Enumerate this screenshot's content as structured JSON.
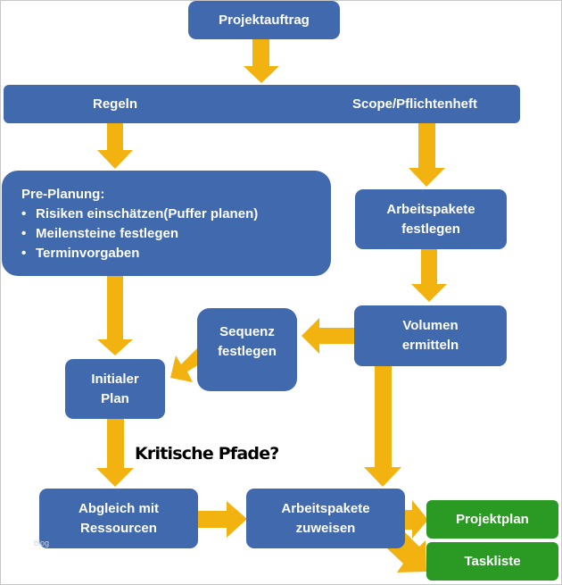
{
  "diagram": {
    "nodes": {
      "projektauftrag": "Projektauftrag",
      "regeln": "Regeln",
      "scope": "Scope/Pflichtenheft",
      "pre_planung": {
        "title": "Pre-Planung:",
        "items": [
          "Risiken einschätzen(Puffer planen)",
          "Meilensteine festlegen",
          "Terminvorgaben"
        ]
      },
      "arbeitspakete_festlegen": "Arbeitspakete\nfestlegen",
      "volumen": "Volumen\nermitteln",
      "sequenz": "Sequenz\nfestlegen",
      "initialer_plan": "Initialer\nPlan",
      "abgleich": "Abgleich mit\nRessourcen",
      "arbeitspakete_zuweisen": "Arbeitspakete\nzuweisen",
      "projektplan": "Projektplan",
      "taskliste": "Taskliste"
    },
    "annotation": "Kritische Pfade?",
    "watermark": "blog",
    "colors": {
      "process_box": "#4169ae",
      "output_box": "#2a9a25",
      "arrow": "#f2b20f",
      "text": "#ffffff"
    },
    "edges": [
      [
        "projektauftrag",
        "regeln_scope_bar"
      ],
      [
        "regeln",
        "pre_planung"
      ],
      [
        "scope",
        "arbeitspakete_festlegen"
      ],
      [
        "arbeitspakete_festlegen",
        "volumen"
      ],
      [
        "volumen",
        "sequenz"
      ],
      [
        "sequenz",
        "initialer_plan"
      ],
      [
        "pre_planung",
        "initialer_plan"
      ],
      [
        "initialer_plan",
        "abgleich"
      ],
      [
        "volumen",
        "arbeitspakete_zuweisen"
      ],
      [
        "abgleich",
        "arbeitspakete_zuweisen"
      ],
      [
        "arbeitspakete_zuweisen",
        "projektplan"
      ],
      [
        "arbeitspakete_zuweisen",
        "taskliste"
      ]
    ]
  }
}
